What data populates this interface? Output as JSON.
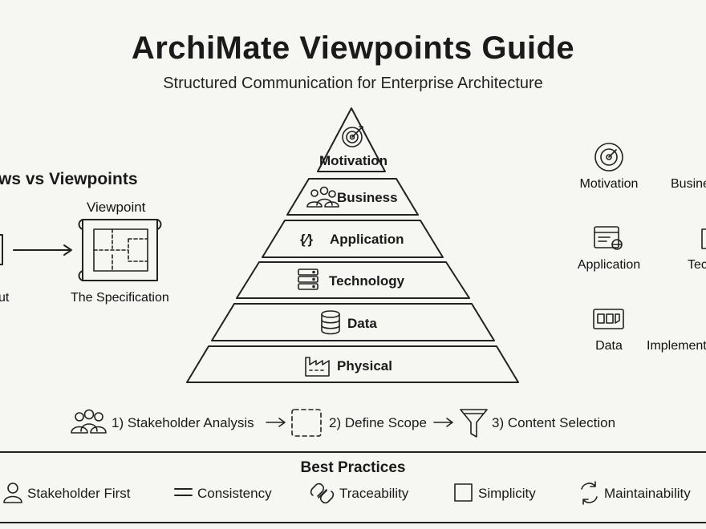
{
  "header": {
    "title": "ArchiMate Viewpoints Guide",
    "subtitle": "Structured Communication for Enterprise Architecture"
  },
  "left_panel": {
    "heading": "ws vs Viewpoints",
    "viewpoint_label": "Viewpoint",
    "left_caption": "ut",
    "right_caption": "The Specification"
  },
  "pyramid": {
    "layers": [
      {
        "label": "Motivation",
        "icon": "target-icon"
      },
      {
        "label": "Business",
        "icon": "people-icon"
      },
      {
        "label": "Application",
        "icon": "code-braces-icon"
      },
      {
        "label": "Technology",
        "icon": "server-icon"
      },
      {
        "label": "Data",
        "icon": "database-icon"
      },
      {
        "label": "Physical",
        "icon": "factory-icon"
      }
    ]
  },
  "right_panel": {
    "items": [
      {
        "label": "Motivation",
        "icon": "target-icon"
      },
      {
        "label": "Busine",
        "icon": ""
      },
      {
        "label": "Application",
        "icon": "app-window-icon"
      },
      {
        "label": "Tec",
        "icon": ""
      },
      {
        "label": "Data",
        "icon": "data-icon"
      },
      {
        "label": "Implement",
        "icon": ""
      }
    ]
  },
  "process": {
    "steps": [
      {
        "label": "1) Stakeholder Analysis",
        "icon": "people-icon"
      },
      {
        "label": "2) Define Scope",
        "icon": "dashed-square-icon"
      },
      {
        "label": "3) Content Selection",
        "icon": "funnel-icon"
      }
    ]
  },
  "best_practices": {
    "heading": "Best Practices",
    "items": [
      {
        "label": "Stakeholder First",
        "icon": "person-icon"
      },
      {
        "label": "Consistency",
        "icon": "equals-icon"
      },
      {
        "label": "Traceability",
        "icon": "link-icon"
      },
      {
        "label": "Simplicity",
        "icon": "square-icon"
      },
      {
        "label": "Maintainability",
        "icon": "refresh-icon"
      }
    ]
  }
}
